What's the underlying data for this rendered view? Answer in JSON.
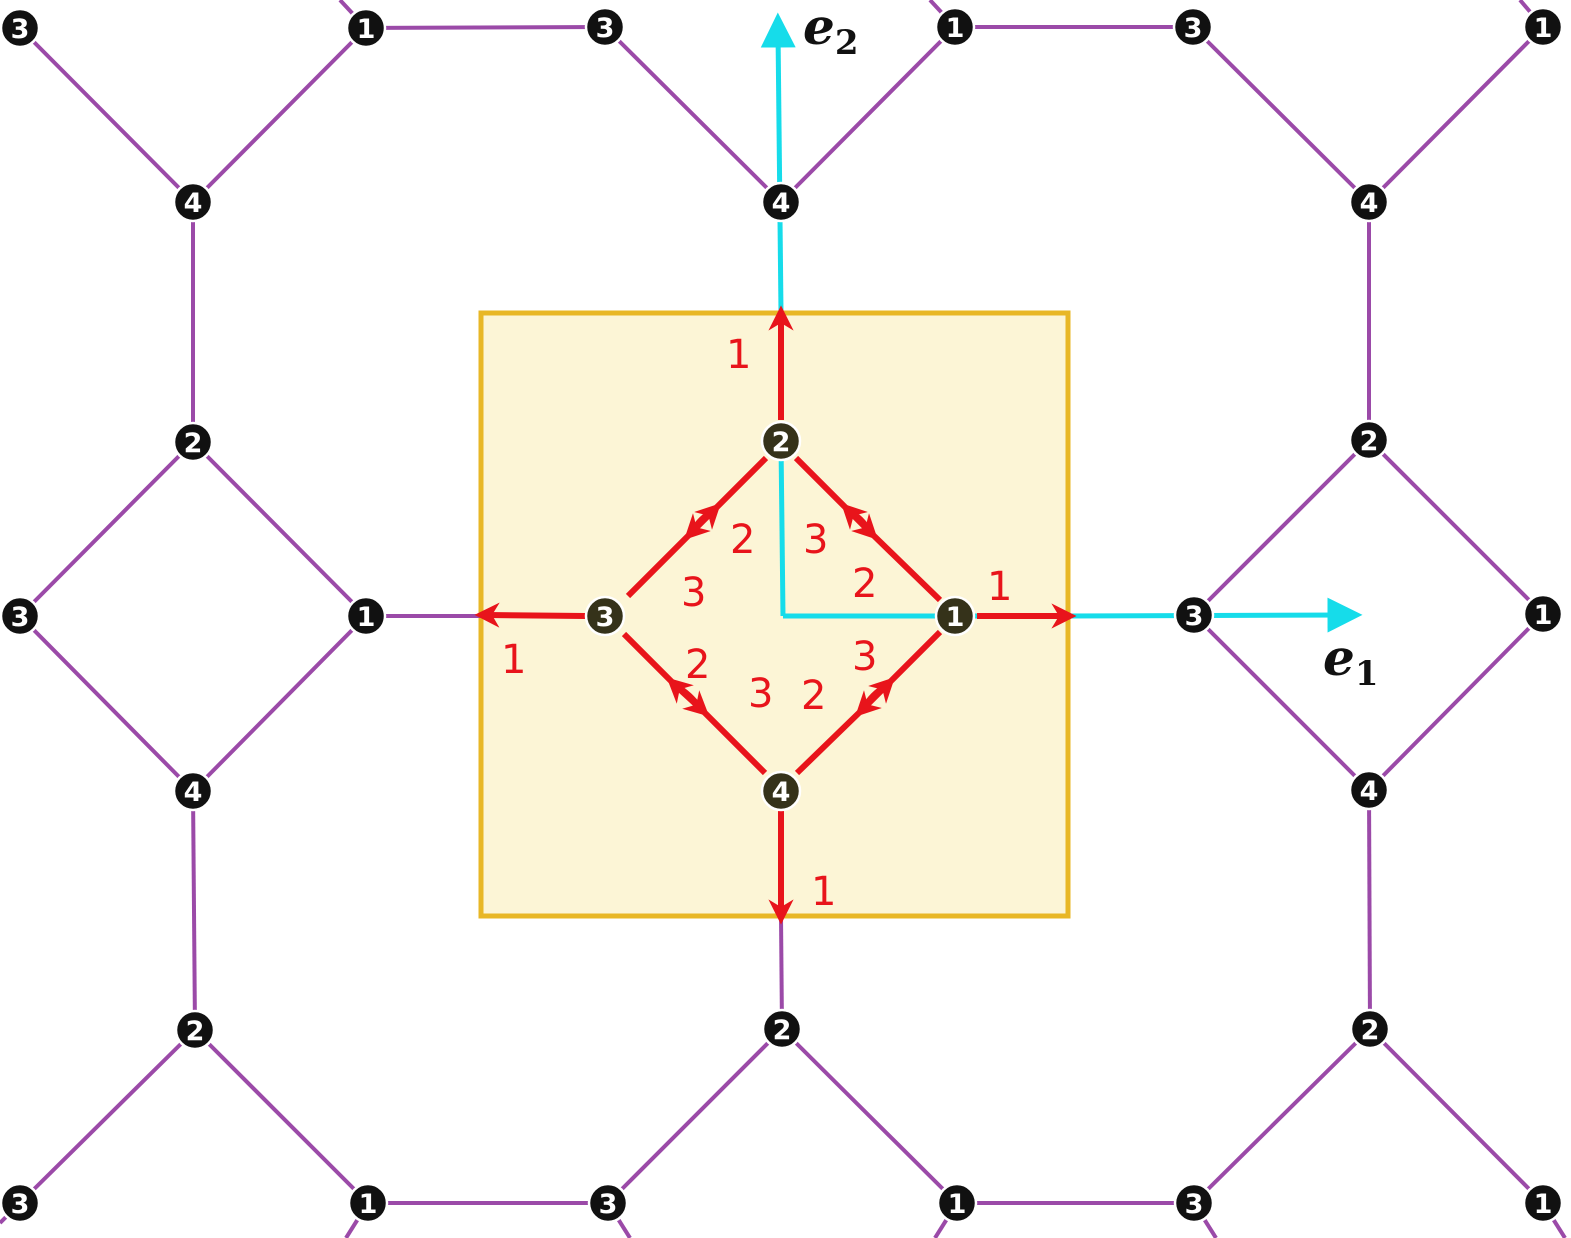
{
  "colors": {
    "lattice_edge": "#9b4aa8",
    "unit_cell_fill": "#fcf5d6",
    "unit_cell_border": "#e8b726",
    "hopping_arrow": "#e8141b",
    "basis_vector": "#16dcea",
    "node_fill": "#111111",
    "node_fill_cell": "#35321a"
  },
  "unit_cell": {
    "name": "unit-cell"
  },
  "axes": {
    "e1": {
      "symbol": "e",
      "subscript": "1"
    },
    "e2": {
      "symbol": "e",
      "subscript": "2"
    }
  },
  "site_labels": [
    "1",
    "2",
    "3",
    "4"
  ],
  "edge_labels": {
    "top_bond": "1",
    "left_bond": "1",
    "right_bond": "1",
    "bottom_bond": "1",
    "upper_left_a": "2",
    "upper_left_b": "3",
    "upper_right_a": "3",
    "upper_right_b": "2",
    "lower_left_a": "2",
    "lower_left_b": "3",
    "lower_right_a": "3",
    "lower_right_b": "2"
  }
}
